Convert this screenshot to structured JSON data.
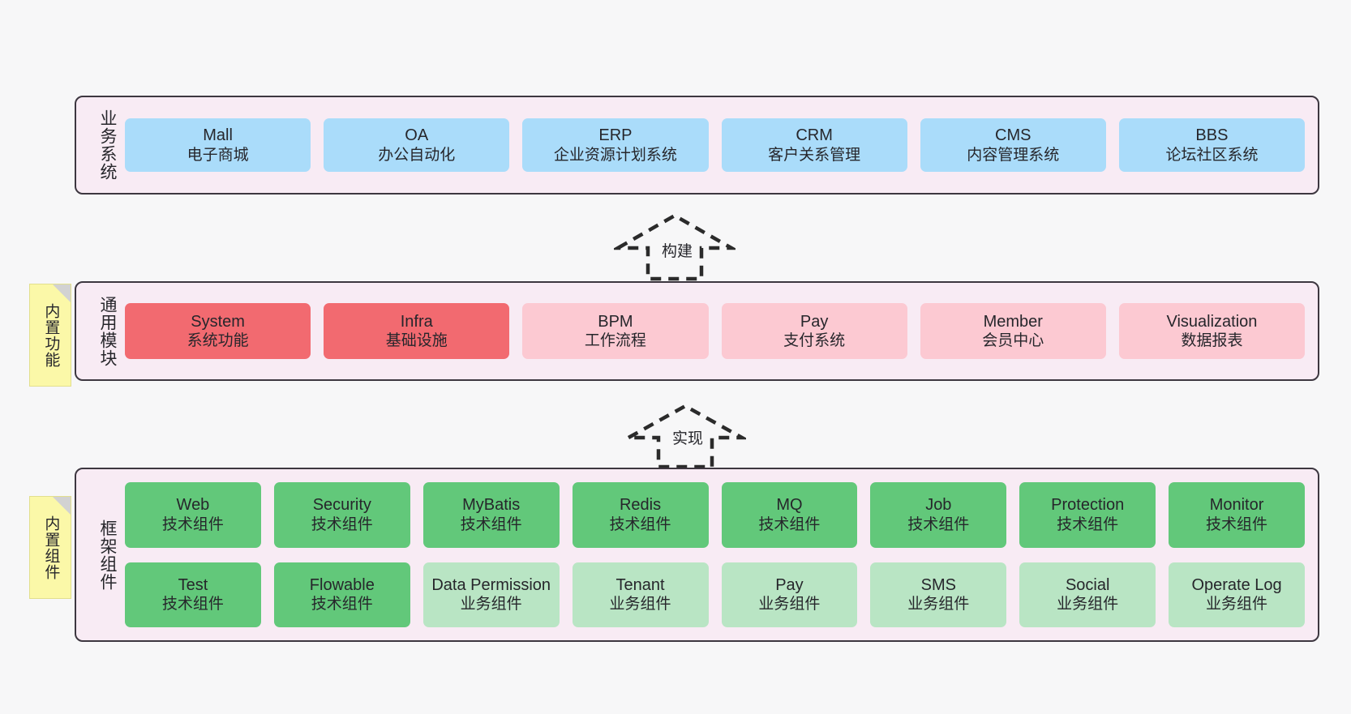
{
  "layers": [
    {
      "id": "business-systems",
      "title": "业务系统",
      "cards": [
        {
          "name": "Mall",
          "desc": "电子商城"
        },
        {
          "name": "OA",
          "desc": "办公自动化"
        },
        {
          "name": "ERP",
          "desc": "企业资源计划系统"
        },
        {
          "name": "CRM",
          "desc": "客户关系管理"
        },
        {
          "name": "CMS",
          "desc": "内容管理系统"
        },
        {
          "name": "BBS",
          "desc": "论坛社区系统"
        }
      ]
    },
    {
      "id": "common-modules",
      "title": "通用模块",
      "cards": [
        {
          "name": "System",
          "desc": "系统功能",
          "style": "red"
        },
        {
          "name": "Infra",
          "desc": "基础设施",
          "style": "red"
        },
        {
          "name": "BPM",
          "desc": "工作流程",
          "style": "pink"
        },
        {
          "name": "Pay",
          "desc": "支付系统",
          "style": "pink"
        },
        {
          "name": "Member",
          "desc": "会员中心",
          "style": "pink"
        },
        {
          "name": "Visualization",
          "desc": "数据报表",
          "style": "pink"
        }
      ]
    },
    {
      "id": "framework-components",
      "title": "框架组件",
      "rows": [
        [
          {
            "name": "Web",
            "desc": "技术组件",
            "style": "green"
          },
          {
            "name": "Security",
            "desc": "技术组件",
            "style": "green"
          },
          {
            "name": "MyBatis",
            "desc": "技术组件",
            "style": "green"
          },
          {
            "name": "Redis",
            "desc": "技术组件",
            "style": "green"
          },
          {
            "name": "MQ",
            "desc": "技术组件",
            "style": "green"
          },
          {
            "name": "Job",
            "desc": "技术组件",
            "style": "green"
          },
          {
            "name": "Protection",
            "desc": "技术组件",
            "style": "green"
          },
          {
            "name": "Monitor",
            "desc": "技术组件",
            "style": "green"
          }
        ],
        [
          {
            "name": "Test",
            "desc": "技术组件",
            "style": "green"
          },
          {
            "name": "Flowable",
            "desc": "技术组件",
            "style": "green"
          },
          {
            "name": "Data Permission",
            "desc": "业务组件",
            "style": "lgreen"
          },
          {
            "name": "Tenant",
            "desc": "业务组件",
            "style": "lgreen"
          },
          {
            "name": "Pay",
            "desc": "业务组件",
            "style": "lgreen"
          },
          {
            "name": "SMS",
            "desc": "业务组件",
            "style": "lgreen"
          },
          {
            "name": "Social",
            "desc": "业务组件",
            "style": "lgreen"
          },
          {
            "name": "Operate Log",
            "desc": "业务组件",
            "style": "lgreen"
          }
        ]
      ]
    }
  ],
  "sticky_notes": [
    {
      "id": "builtin-function",
      "label": "内置功能"
    },
    {
      "id": "builtin-component",
      "label": "内置组件"
    }
  ],
  "arrows": [
    {
      "id": "build",
      "label": "构建"
    },
    {
      "id": "realize",
      "label": "实现"
    }
  ],
  "colors": {
    "page_background": "#f7f7f8",
    "layer_background": "#f8ebf4",
    "layer_border": "#3d3740",
    "business_card": "#aadcfa",
    "module_primary": "#f26a70",
    "module_secondary": "#fcc9d2",
    "component_tech": "#62c87a",
    "component_business": "#b9e5c4",
    "sticky_note": "#fbf8a8",
    "sticky_fold": "#d2d2d2",
    "text": "#26262b"
  }
}
